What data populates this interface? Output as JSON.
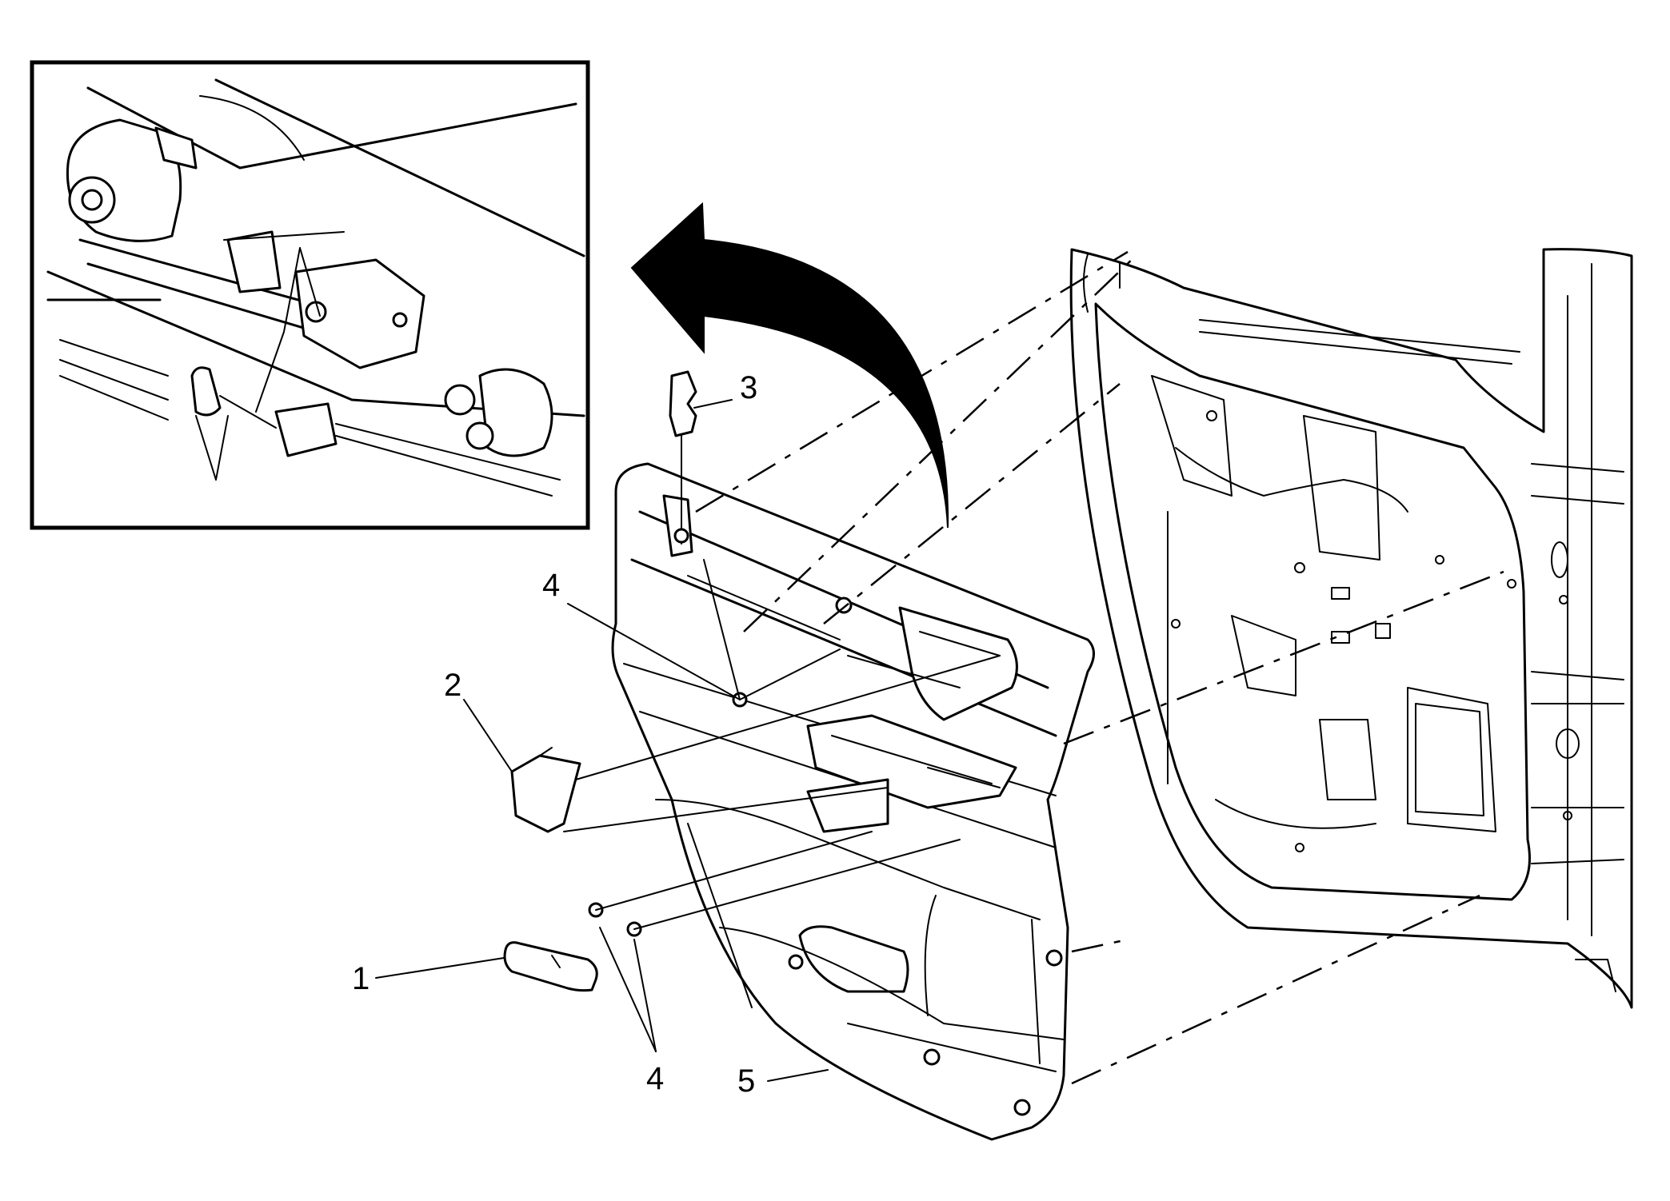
{
  "diagram": {
    "callouts": [
      {
        "id": "1",
        "label": "1"
      },
      {
        "id": "2",
        "label": "2"
      },
      {
        "id": "3",
        "label": "3"
      },
      {
        "id": "4-upper",
        "label": "4"
      },
      {
        "id": "4-lower",
        "label": "4"
      },
      {
        "id": "5",
        "label": "5"
      }
    ]
  }
}
